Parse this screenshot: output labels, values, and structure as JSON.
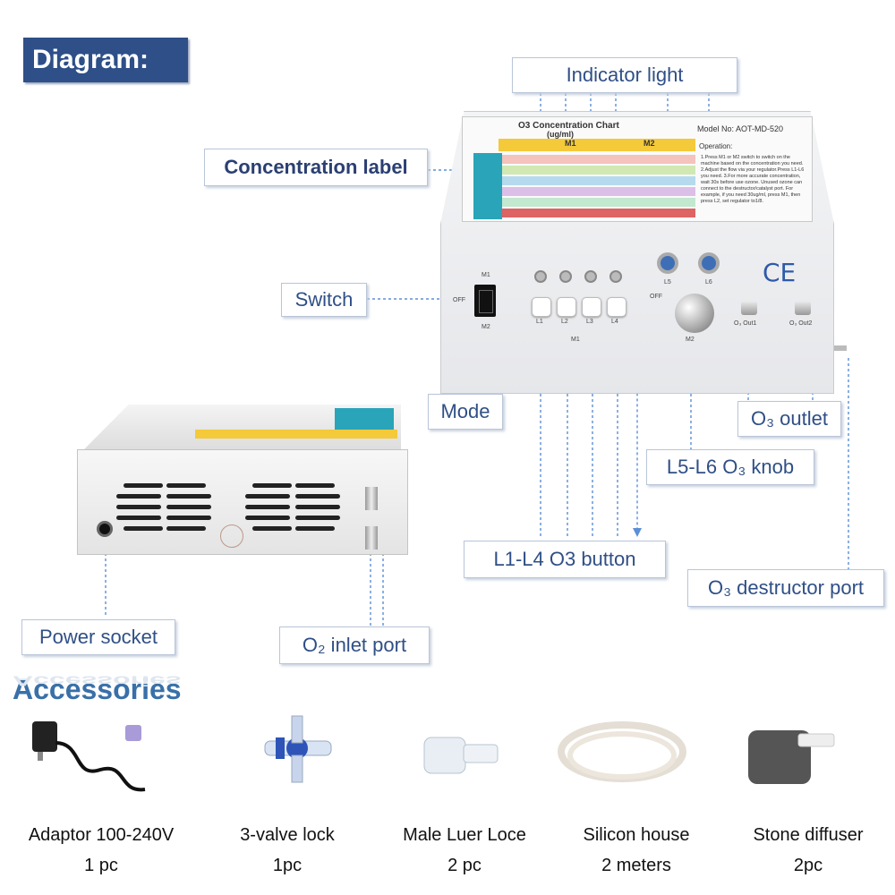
{
  "header": {
    "title": "Diagram:"
  },
  "labels": {
    "indicator_light": "Indicator light",
    "concentration_label": "Concentration label",
    "switch": "Switch",
    "mode": "Mode",
    "o3_outlet": "O₃ outlet",
    "l5_l6_knob": "L5-L6 O₃ knob",
    "l1_l4_button": "L1-L4 O3 button",
    "destructor_port": "O₃ destructor port",
    "power_socket": "Power socket",
    "o2_inlet": "O₂ inlet port"
  },
  "device": {
    "chart_title": "O3 Concentration Chart",
    "chart_unit": "(ug/ml)",
    "model": "Model No: AOT-MD-520",
    "operation_heading": "Operation:",
    "operation_text": "1.Press M1 or M2 switch to switch on the machine based on the concentration you need. 2.Adjust the flow via your regulator.Press L1-L6 you need. 3.For more accurate concentration, wait 30s before use ozone. Unused ozone can connect to the destructor/catalyst port. For example, if you need 30ug/ml, press M1, then press L2, set regulator to1/8.",
    "mode_m1": "M1",
    "mode_m2": "M2",
    "button_labels": [
      "L1",
      "L2",
      "L3",
      "L4"
    ],
    "led_labels": [
      "L5",
      "L6"
    ],
    "switch_m1": "M1",
    "switch_off": "OFF",
    "switch_m2": "M2",
    "knob_off": "OFF",
    "knob_m1": "M1",
    "knob_m2": "M2",
    "out1": "O₃ Out1",
    "out2": "O₃ Out2",
    "ce_mark": "CE",
    "colors": {
      "sticker_yellow": "#f4c93a",
      "sticker_teal": "#2aa4b8",
      "led_blue": "#3e6fb6"
    }
  },
  "accessories": {
    "title": "Accessories",
    "items": [
      {
        "name": "Adaptor 100-240V",
        "qty": "1 pc"
      },
      {
        "name": "3-valve lock",
        "qty": "1pc"
      },
      {
        "name": "Male Luer Loce",
        "qty": "2 pc"
      },
      {
        "name": "Silicon house",
        "qty": "2 meters"
      },
      {
        "name": "Stone diffuser",
        "qty": "2pc"
      }
    ]
  },
  "theme": {
    "label_text": "#2f4f86",
    "tag_bg": "#2e4f88",
    "leader_color": "#5b8fd6"
  }
}
